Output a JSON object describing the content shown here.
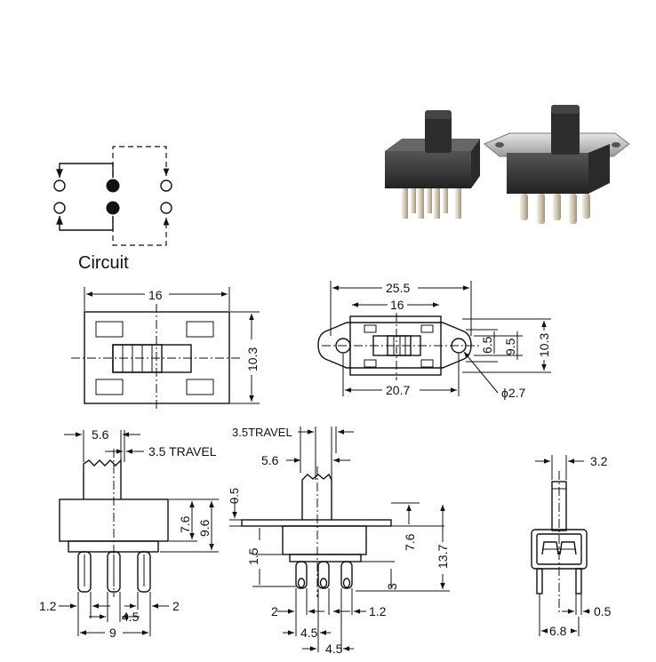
{
  "circuit": {
    "label": "Circuit"
  },
  "top_view": {
    "width": "16",
    "height": "10.3"
  },
  "flange_view": {
    "overall": "25.5",
    "inner": "16",
    "hole_span": "20.7",
    "h_small": "6.5",
    "h_mid": "9.5",
    "h_big": "10.3",
    "hole_dia": "ϕ2.7"
  },
  "front_view": {
    "knob": "5.6",
    "travel": "3.5 TRAVEL",
    "body_h": "7.6",
    "total_h": "9.6",
    "pin_w": "1.2",
    "pitch": "4.5",
    "gap": "2",
    "span": "9"
  },
  "flange_side": {
    "travel": "3.5TRAVEL",
    "knob": "5.6",
    "flange_t": "0.5",
    "clear": "1.5",
    "body_h": "7.6",
    "total_h": "13.7",
    "pin_l": "3",
    "gap": "2",
    "pin_w": "1.2",
    "pitch_a": "4.5",
    "pitch_b": "4.5"
  },
  "end_view": {
    "knob": "3.2",
    "pin_t": "0.5",
    "width": "6.8"
  },
  "colors": {
    "line": "#111111",
    "body": "#3a3a3a",
    "pin": "#d8d0b8"
  }
}
